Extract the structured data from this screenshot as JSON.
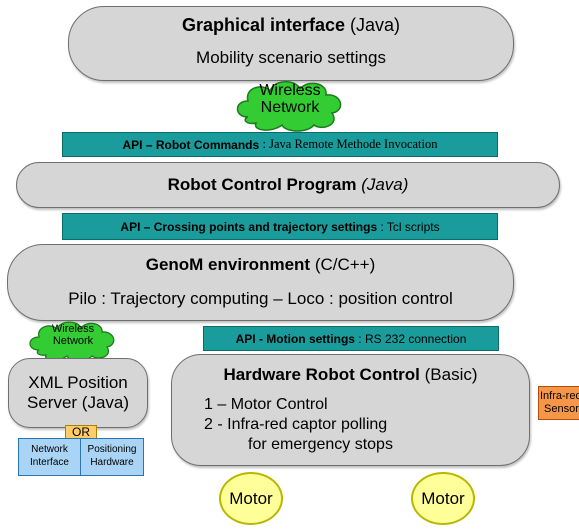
{
  "gui": {
    "title_bold": "Graphical interface",
    "title_rest": "(Java)",
    "subtitle": "Mobility scenario settings"
  },
  "cloud_top": {
    "line1": "Wireless",
    "line2": "Network"
  },
  "api_robot_commands": {
    "label": "API – Robot Commands",
    "detail": ": Java Remote Methode Invocation"
  },
  "robot_control_program": {
    "title_bold": "Robot Control Program",
    "title_italic": "(Java)"
  },
  "api_crossing_points": {
    "label": "API – Crossing points and trajectory settings",
    "detail": ": Tcl scripts"
  },
  "genom": {
    "title_bold": "GenoM environment",
    "title_rest": "(C/C++)",
    "subtitle": "Pilo : Trajectory computing – Loco : position control"
  },
  "cloud_small": {
    "line1": "Wireless",
    "line2": "Network"
  },
  "xml_server": {
    "line1": "XML Position",
    "line2": "Server (Java)"
  },
  "or_label": "OR",
  "network_interface": {
    "line1": "Network",
    "line2": "Interface"
  },
  "positioning_hardware": {
    "line1": "Positioning",
    "line2": "Hardware"
  },
  "api_motion": {
    "label": "API - Motion settings",
    "detail": ": RS 232 connection"
  },
  "hardware_control": {
    "title_bold": "Hardware Robot Control",
    "title_rest": "(Basic)",
    "item1": "1 – Motor Control",
    "item2_line1": "2 -  Infra-red captor polling",
    "item2_line2": "for emergency stops"
  },
  "infrared_sensor": {
    "line1": "Infra-red",
    "line2": "Sensor"
  },
  "motor_left": "Motor",
  "motor_right": "Motor",
  "colors": {
    "pill_fill": "#d6d6d6",
    "api_teal": "#1a9c9c",
    "cloud_green": "#33cc33",
    "blue_box": "#aad4f5",
    "or_orange": "#ffcc66",
    "sensor_orange": "#f79646",
    "motor_yellow": "#ffff99"
  }
}
